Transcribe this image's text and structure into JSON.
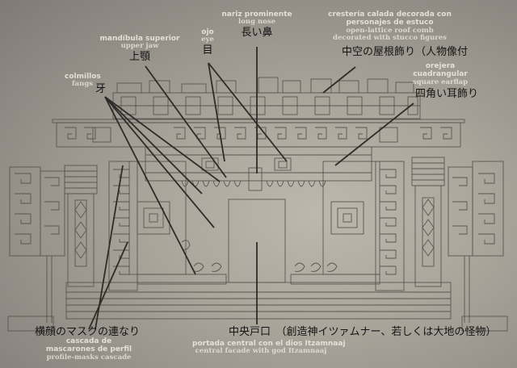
{
  "diagram": {
    "subject": "Maya temple facade line drawing with annotation labels",
    "colors": {
      "background": "#b4afa5",
      "line_art": "#5a5650",
      "leader_line": "#2e2c29",
      "spanish_english_text": "#ece8df",
      "japanese_text": "#151515"
    },
    "labels": {
      "long_nose": {
        "es": "nariz prominente",
        "en": "long nose",
        "ja": "長い鼻"
      },
      "roof_comb": {
        "es_line1": "crestería calada decorada con",
        "es_line2": "personajes de estuco",
        "en_line1": "open-lattice roof comb",
        "en_line2": "decorated with stucco figures",
        "ja": "中空の屋根飾り（人物像付"
      },
      "upper_jaw": {
        "es": "mandíbula superior",
        "en": "upper jaw",
        "ja": "上顎"
      },
      "eye": {
        "es": "ojo",
        "en": "eye",
        "ja": "目"
      },
      "fangs": {
        "es": "colmillos",
        "en": "fangs",
        "ja": "牙"
      },
      "square_earflap": {
        "es_line1": "orejera",
        "es_line2": "cuadrangular",
        "en": "square earflap",
        "ja": "四角い耳飾り"
      },
      "profile_masks": {
        "ja": "横顔のマスクの連なり",
        "es_line1": "cascada de",
        "es_line2": "mascarones de perfil",
        "en": "profile-masks cascade"
      },
      "central_facade": {
        "ja": "中央戸口　（創造神イツァムナー、若しくは大地の怪物）",
        "es": "portada central con el dios Itzamnaaj",
        "en": "central facade with god Itzamnaaj"
      }
    }
  }
}
